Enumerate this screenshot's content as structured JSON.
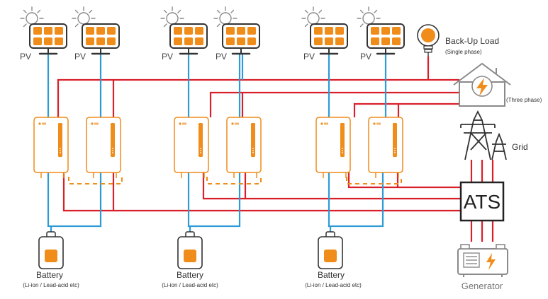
{
  "labels": {
    "pv": "PV",
    "battery": "Battery",
    "battery_sub": "(Li-ion / Lead-acid etc)",
    "backup_load": "Back-Up Load",
    "single_phase": "(Single phase)",
    "three_phase": "(Three phase)",
    "grid": "Grid",
    "ats": "ATS",
    "generator": "Generator"
  },
  "colors": {
    "orange": "#f08c1a",
    "red": "#d9202a",
    "blue": "#2f9bd6",
    "gray": "#8a8a8a",
    "dark": "#333333"
  },
  "icons": [
    "sun-icon",
    "solar-panel-icon",
    "inverter-icon",
    "battery-icon",
    "bulb-icon",
    "house-icon",
    "lightning-icon",
    "pylon-icon",
    "generator-icon"
  ]
}
